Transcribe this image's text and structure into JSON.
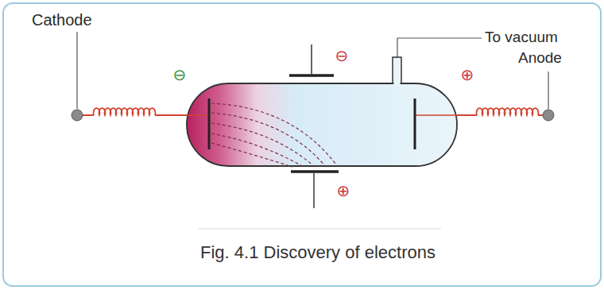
{
  "diagram": {
    "caption": "Fig. 4.1 Discovery of electrons",
    "labels": [
      "Cathode",
      "To vacuum",
      "Anode",
      "⊖",
      "⊖",
      "⊕",
      "⊕"
    ]
  }
}
